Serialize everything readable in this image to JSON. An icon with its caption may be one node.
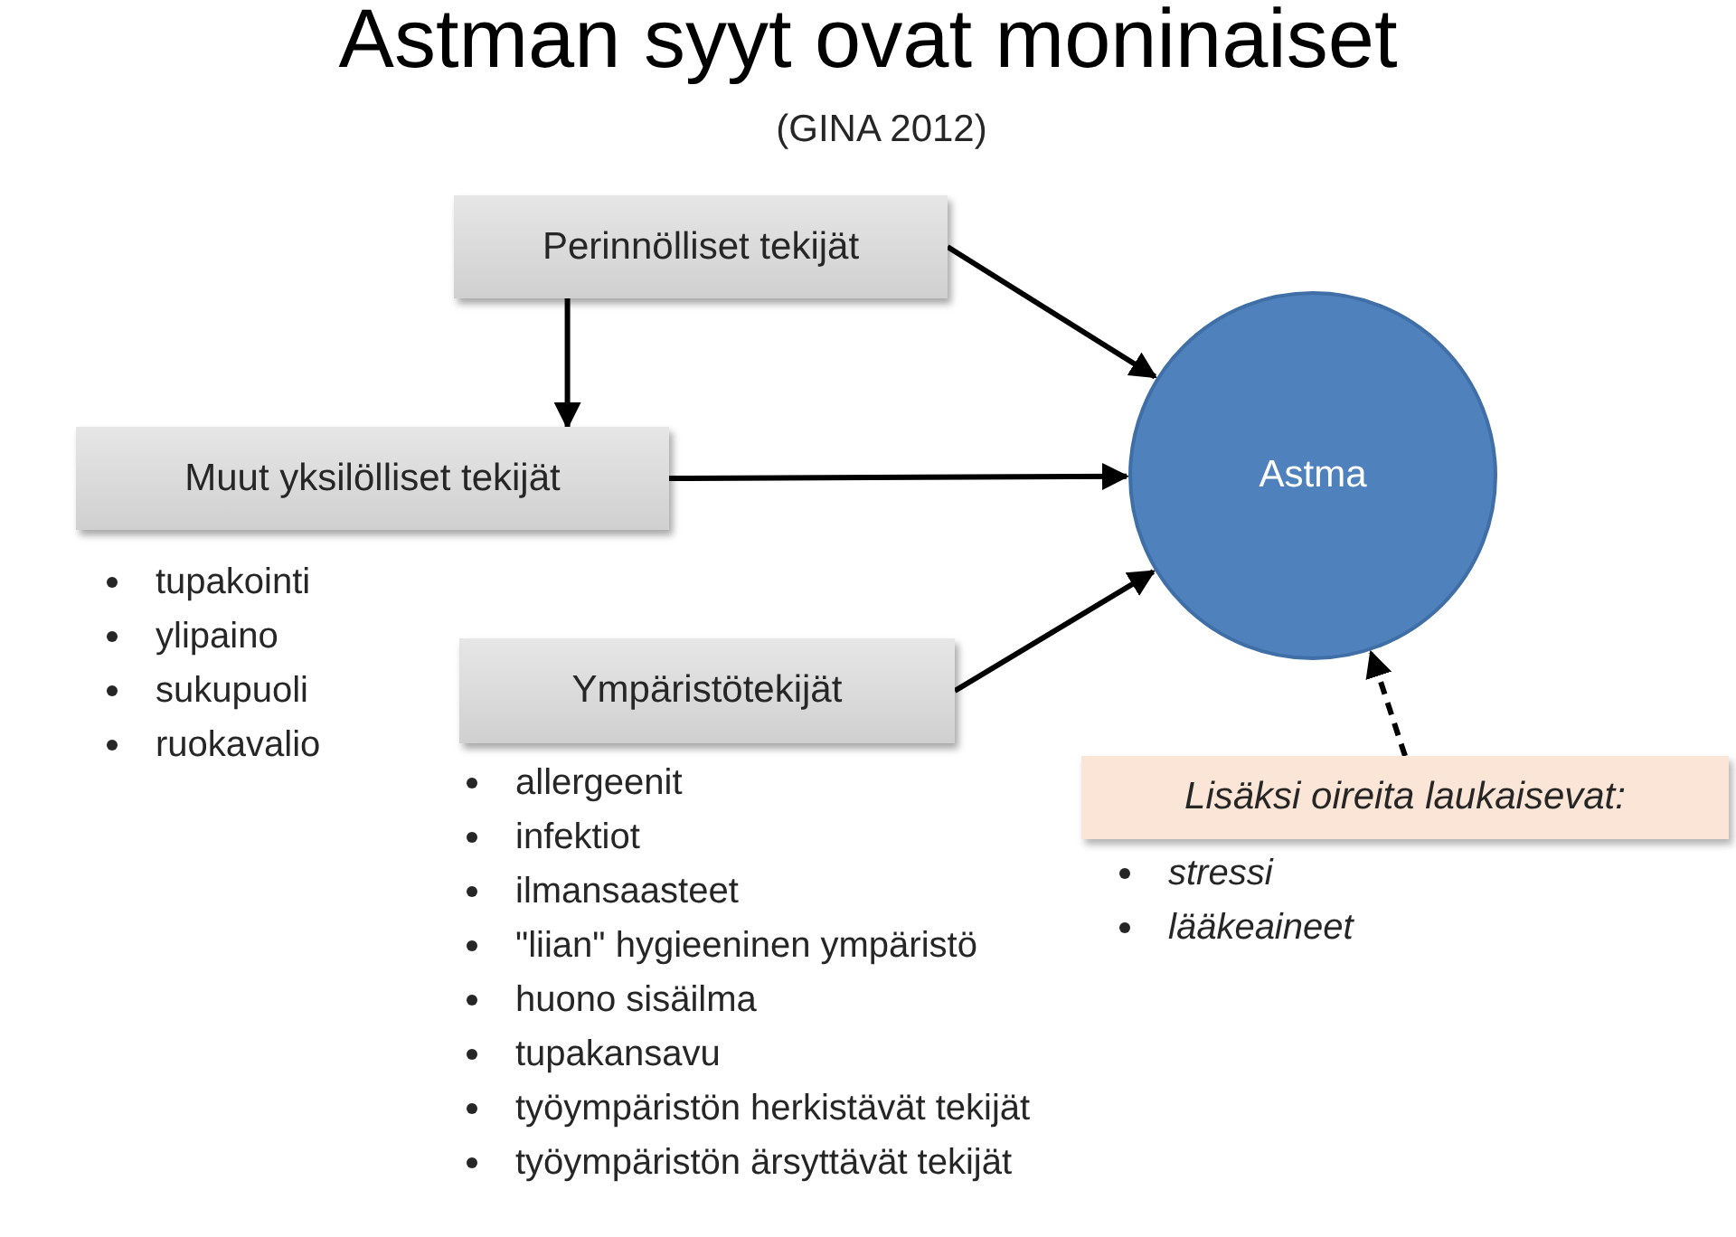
{
  "diagram": {
    "title": "Astman syyt ovat moninaiset",
    "nodes": [
      {
        "text": [
          "Perinnölliset tekijät"
        ]
      },
      {
        "text": [
          "Muut yksilölliset tekijät"
        ],
        "beside": [
          "tupakointi",
          "ylipaino",
          "sukupuoli",
          "ruokavalio"
        ]
      },
      {
        "text": [
          "Ympäristötekijät"
        ],
        "beside": [
          "allergeenit",
          "infektiot",
          "ilmansaasteet",
          "\"liian\" hygieeninen ympäristö",
          "huono sisäilma",
          "tupakansavu",
          "työympäristön herkistävät tekijät",
          "työympäristön ärsyttävät tekijät"
        ]
      },
      {
        "text": [
          "Astma"
        ]
      },
      {
        "text": [
          "Lisäksi oireita laukaisevat:"
        ],
        "beside": [
          "stressi",
          "lääkeaineet"
        ]
      }
    ],
    "edges": [
      {
        "from": 0,
        "to": 3,
        "arrow": "to"
      },
      {
        "from": 0,
        "to": 1,
        "arrow": "to"
      },
      {
        "from": 1,
        "to": 3,
        "arrow": "to"
      },
      {
        "from": 2,
        "to": 3,
        "arrow": "to"
      },
      {
        "from": 4,
        "to": 3,
        "arrow": "to",
        "style": "dashed"
      }
    ],
    "labels": [
      "(GINA 2012)"
    ]
  }
}
